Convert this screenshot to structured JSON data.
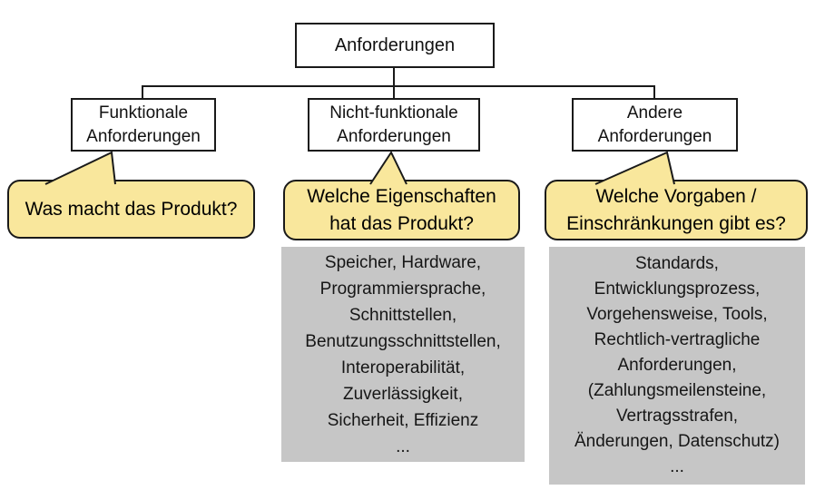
{
  "tree": {
    "root": {
      "label": "Anforderungen"
    },
    "children": [
      {
        "line1": "Funktionale",
        "line2": "Anforderungen"
      },
      {
        "line1": "Nicht-funktionale",
        "line2": "Anforderungen"
      },
      {
        "line1": "Andere",
        "line2": "Anforderungen"
      }
    ]
  },
  "bubbles": [
    {
      "line1": "Was macht das Produkt?"
    },
    {
      "line1": "Welche Eigenschaften",
      "line2": "hat das Produkt?"
    },
    {
      "line1": "Welche Vorgaben /",
      "line2": "Einschränkungen gibt es?"
    }
  ],
  "lists": [
    {
      "lines": [
        "Speicher, Hardware,",
        "Programmiersprache,",
        "Schnittstellen,",
        "Benutzungsschnittstellen,",
        "Interoperabilität,",
        "Zuverlässigkeit,",
        "Sicherheit, Effizienz",
        "..."
      ]
    },
    {
      "lines": [
        "Standards,",
        "Entwicklungsprozess,",
        "Vorgehensweise, Tools,",
        "Rechtlich-vertragliche",
        "Anforderungen,",
        "(Zahlungsmeilensteine,",
        "Vertragsstrafen,",
        "Änderungen, Datenschutz)",
        "..."
      ]
    }
  ],
  "colors": {
    "background": "#ffffff",
    "box_border": "#1a1a1a",
    "connector": "#1a1a1a",
    "bubble_fill": "#F9E79C",
    "bubble_border": "#1a1a1a",
    "list_bg": "#C6C6C6"
  }
}
